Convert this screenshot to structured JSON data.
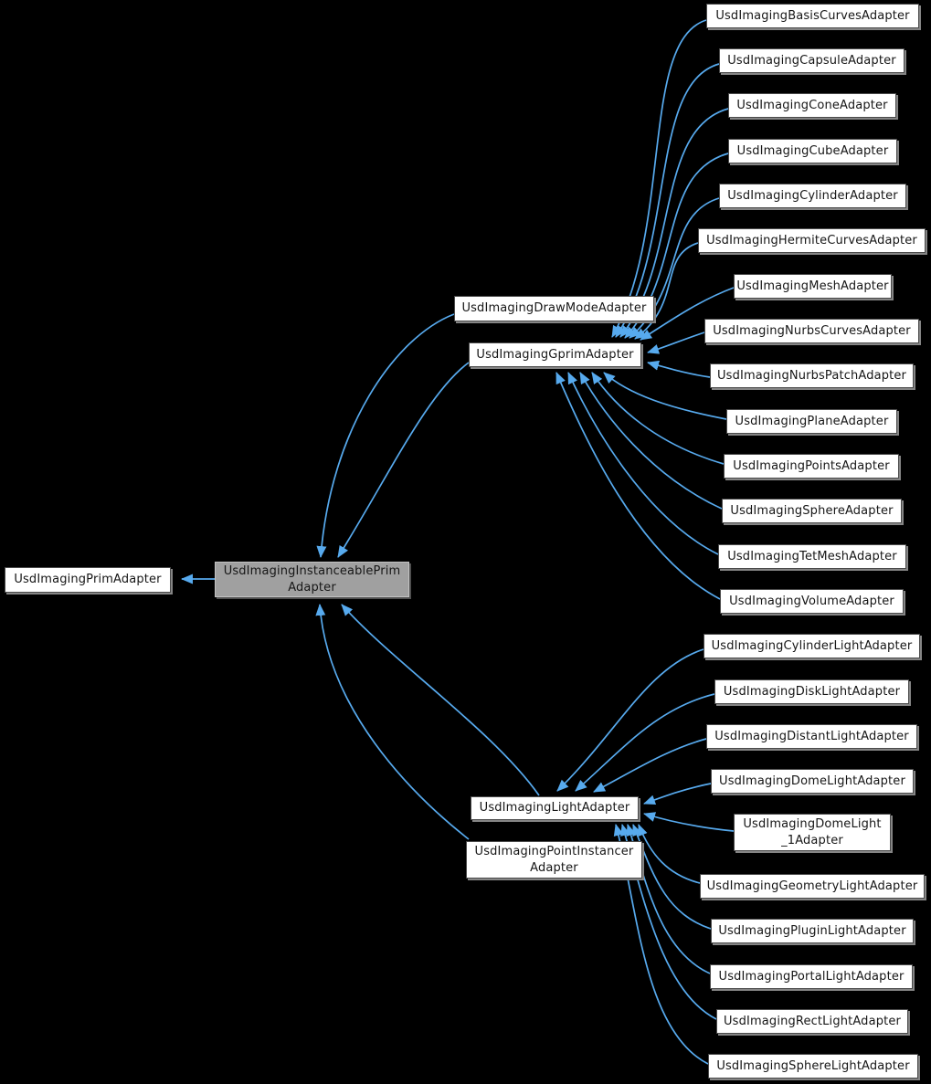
{
  "diagram": {
    "kind": "class-inheritance-graph",
    "background": "#000000"
  },
  "colors": {
    "edge": "#57aaee",
    "node_bg": "#ffffff",
    "node_border": "#4a4a4a",
    "node_shadow": "#858585",
    "highlight_bg": "#a0a0a0",
    "highlight_border": "#c3c3c3",
    "text": "#161616",
    "page_bg": "#000000"
  },
  "nodes": {
    "prim": {
      "label": "UsdImagingPrimAdapter"
    },
    "instanceablePrim": {
      "label": "UsdImagingInstanceablePrim\nAdapter",
      "highlighted": true
    },
    "drawMode": {
      "label": "UsdImagingDrawModeAdapter"
    },
    "gprim": {
      "label": "UsdImagingGprimAdapter"
    },
    "light": {
      "label": "UsdImagingLightAdapter"
    },
    "pointInstancer": {
      "label": "UsdImagingPointInstancer\nAdapter"
    },
    "basisCurves": {
      "label": "UsdImagingBasisCurvesAdapter"
    },
    "capsule": {
      "label": "UsdImagingCapsuleAdapter"
    },
    "cone": {
      "label": "UsdImagingConeAdapter"
    },
    "cube": {
      "label": "UsdImagingCubeAdapter"
    },
    "cylinder": {
      "label": "UsdImagingCylinderAdapter"
    },
    "hermiteCurves": {
      "label": "UsdImagingHermiteCurvesAdapter"
    },
    "mesh": {
      "label": "UsdImagingMeshAdapter"
    },
    "nurbsCurves": {
      "label": "UsdImagingNurbsCurvesAdapter"
    },
    "nurbsPatch": {
      "label": "UsdImagingNurbsPatchAdapter"
    },
    "plane": {
      "label": "UsdImagingPlaneAdapter"
    },
    "points": {
      "label": "UsdImagingPointsAdapter"
    },
    "sphere": {
      "label": "UsdImagingSphereAdapter"
    },
    "tetMesh": {
      "label": "UsdImagingTetMeshAdapter"
    },
    "volume": {
      "label": "UsdImagingVolumeAdapter"
    },
    "cylinderLight": {
      "label": "UsdImagingCylinderLightAdapter"
    },
    "diskLight": {
      "label": "UsdImagingDiskLightAdapter"
    },
    "distantLight": {
      "label": "UsdImagingDistantLightAdapter"
    },
    "domeLight": {
      "label": "UsdImagingDomeLightAdapter"
    },
    "domeLight1": {
      "label": "UsdImagingDomeLight\n_1Adapter"
    },
    "geometryLight": {
      "label": "UsdImagingGeometryLightAdapter"
    },
    "pluginLight": {
      "label": "UsdImagingPluginLightAdapter"
    },
    "portalLight": {
      "label": "UsdImagingPortalLightAdapter"
    },
    "rectLight": {
      "label": "UsdImagingRectLightAdapter"
    },
    "sphereLight": {
      "label": "UsdImagingSphereLightAdapter"
    }
  }
}
